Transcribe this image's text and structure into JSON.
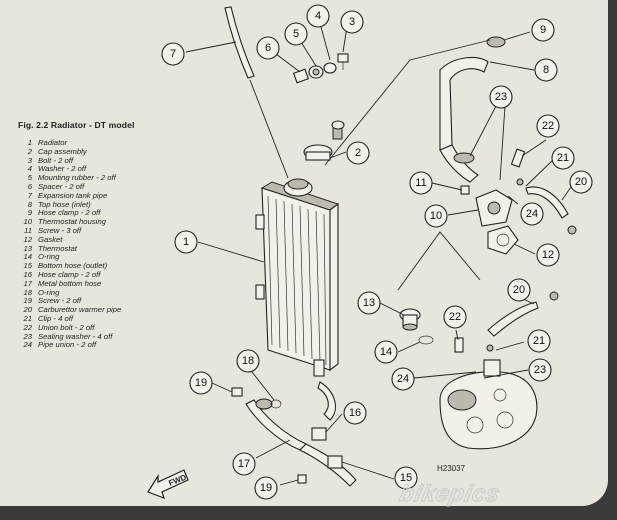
{
  "figure": {
    "title": "Fig. 2.2 Radiator - DT model",
    "ref_code": "H23037",
    "fwd_label": "FWD"
  },
  "legend": [
    {
      "num": "1",
      "text": "Radiator"
    },
    {
      "num": "2",
      "text": "Cap assembly"
    },
    {
      "num": "3",
      "text": "Bolt - 2 off"
    },
    {
      "num": "4",
      "text": "Washer - 2 off"
    },
    {
      "num": "5",
      "text": "Mounting rubber - 2 off"
    },
    {
      "num": "6",
      "text": "Spacer - 2 off"
    },
    {
      "num": "7",
      "text": "Expansion tank pipe"
    },
    {
      "num": "8",
      "text": "Top hose (inlet)"
    },
    {
      "num": "9",
      "text": "Hose clamp - 2 off"
    },
    {
      "num": "10",
      "text": "Thermostat housing"
    },
    {
      "num": "11",
      "text": "Screw - 3 off"
    },
    {
      "num": "12",
      "text": "Gasket"
    },
    {
      "num": "13",
      "text": "Thermostat"
    },
    {
      "num": "14",
      "text": "O-ring"
    },
    {
      "num": "15",
      "text": "Bottom hose (outlet)"
    },
    {
      "num": "16",
      "text": "Hose clamp - 2 off"
    },
    {
      "num": "17",
      "text": "Metal bottom hose"
    },
    {
      "num": "18",
      "text": "O-ring"
    },
    {
      "num": "19",
      "text": "Screw - 2 off"
    },
    {
      "num": "20",
      "text": "Carburettor warmer pipe"
    },
    {
      "num": "21",
      "text": "Clip - 4 off"
    },
    {
      "num": "22",
      "text": "Union bolt - 2 off"
    },
    {
      "num": "23",
      "text": "Sealing washer - 4 off"
    },
    {
      "num": "24",
      "text": "Pipe union - 2 off"
    }
  ],
  "callouts": [
    "7",
    "6",
    "5",
    "4",
    "3",
    "9",
    "8",
    "23",
    "22",
    "21",
    "20",
    "2",
    "11",
    "10",
    "24",
    "12",
    "1",
    "13",
    "20",
    "22",
    "21",
    "14",
    "23",
    "24",
    "18",
    "19",
    "16",
    "17",
    "15",
    "19"
  ],
  "watermark": "bikepics"
}
